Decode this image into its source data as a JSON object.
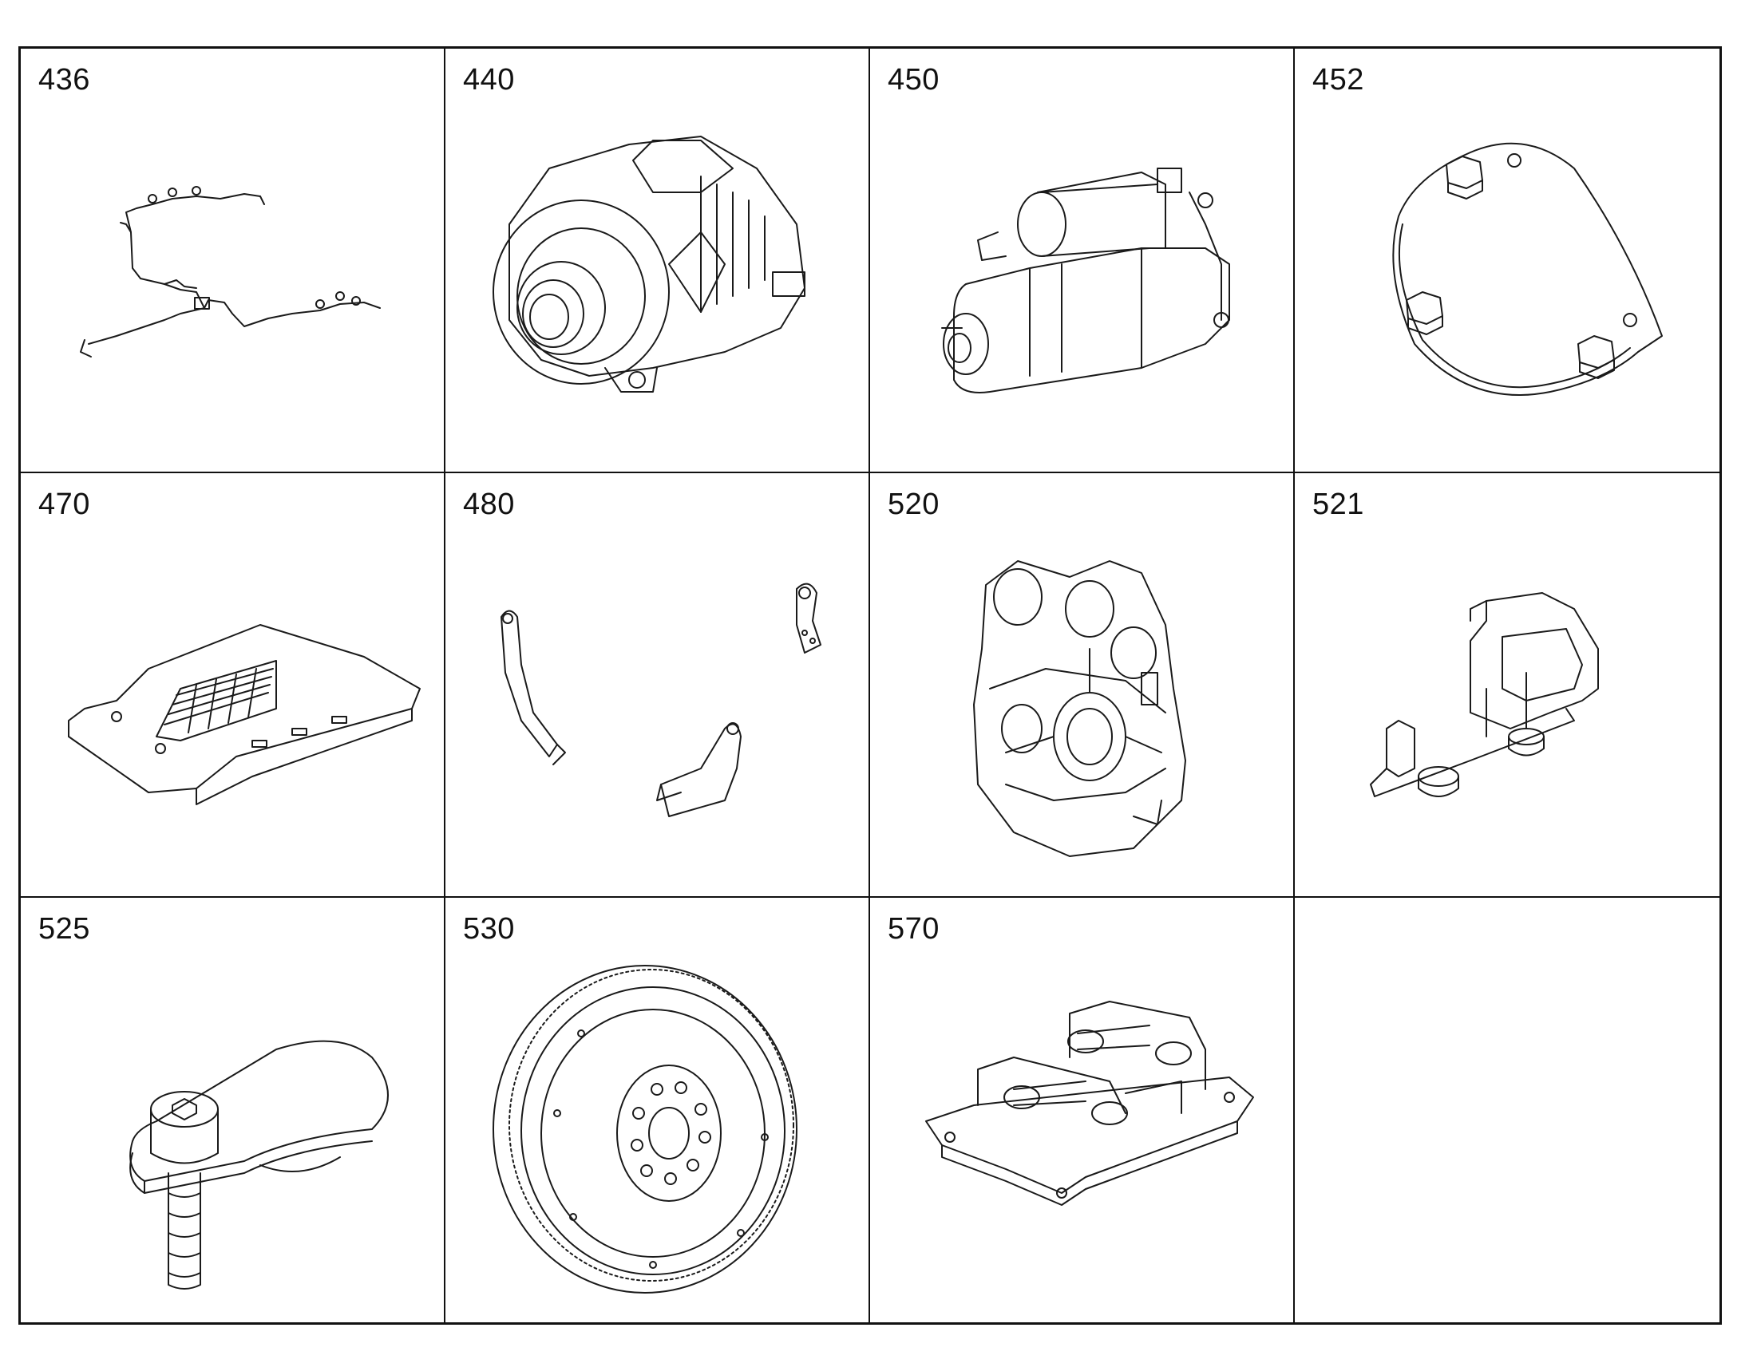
{
  "grid": {
    "cells": [
      {
        "part_number": "436",
        "icon": "wiring-harness-icon"
      },
      {
        "part_number": "440",
        "icon": "alternator-icon"
      },
      {
        "part_number": "450",
        "icon": "starter-motor-icon"
      },
      {
        "part_number": "452",
        "icon": "cover-plate-icon"
      },
      {
        "part_number": "470",
        "icon": "heat-shield-icon"
      },
      {
        "part_number": "480",
        "icon": "brackets-icon"
      },
      {
        "part_number": "520",
        "icon": "flywheel-housing-icon"
      },
      {
        "part_number": "521",
        "icon": "mounting-bracket-icon"
      },
      {
        "part_number": "525",
        "icon": "tensioner-arm-icon"
      },
      {
        "part_number": "530",
        "icon": "flywheel-icon"
      },
      {
        "part_number": "570",
        "icon": "injector-block-icon"
      },
      {
        "part_number": "",
        "icon": ""
      }
    ]
  }
}
